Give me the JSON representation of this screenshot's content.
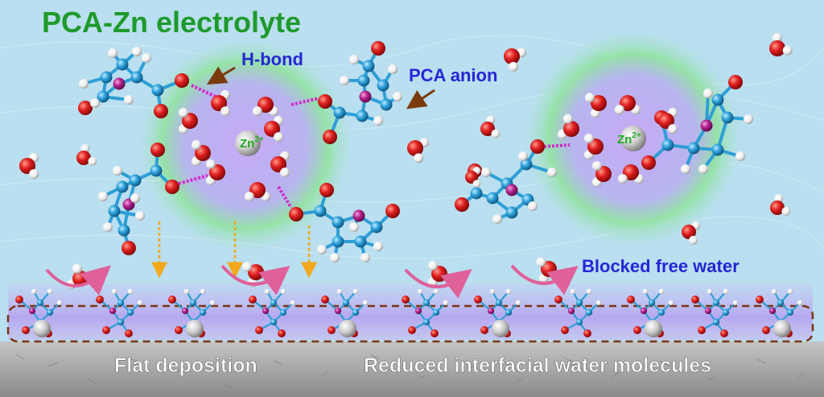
{
  "title": "PCA-Zn electrolyte",
  "labels": {
    "hbond": "H-bond",
    "pca_anion": "PCA anion",
    "zn_ion": "Zn",
    "zn_charge": "2+",
    "blocked_water": "Blocked free water",
    "flat_deposition": "Flat deposition",
    "reduced_water": "Reduced interfacial water molecules"
  },
  "colors": {
    "background": "#b9dff0",
    "title": "#1f9a2c",
    "label_blue": "#2626d6",
    "zn_label": "#22aa22",
    "oxygen": "#d81c1c",
    "carbon": "#2e9fd6",
    "nitrogen": "#b0228f",
    "hydrogen": "#f2f2f2",
    "zinc": "#bdbdbd",
    "hbond": "#d42ad0",
    "arrow_brown": "#7a3b0c",
    "arrow_orange": "#f2a81d",
    "arrow_pink": "#e0609a",
    "interface_box": "#7a3410",
    "substrate": "#9c9c9c"
  }
}
